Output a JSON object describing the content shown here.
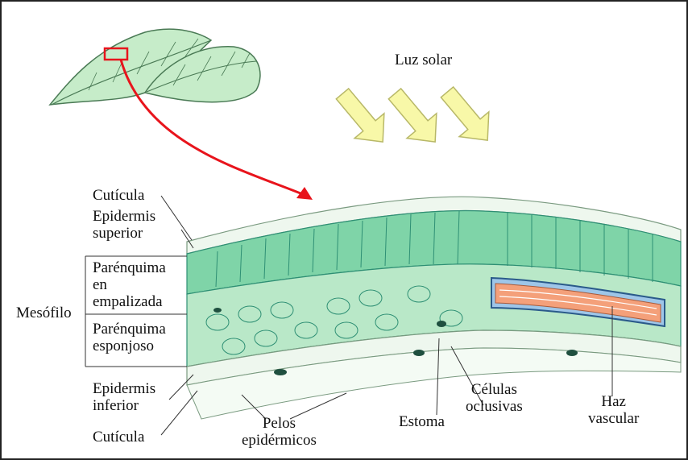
{
  "sunlight": {
    "label": "Luz solar"
  },
  "labels": {
    "cuticula_top": "Cutícula",
    "epidermis_superior": "Epidermis\nsuperior",
    "mesofilo": "Mesófilo",
    "parenquima_empalizada": "Parénquima\nen\nempalizada",
    "parenquima_esponjoso": "Parénquima\nesponjoso",
    "epidermis_inferior": "Epidermis\ninferior",
    "cuticula_bottom": "Cutícula",
    "pelos": "Pelos\nepidérmicos",
    "estoma": "Estoma",
    "celulas": "Células\noclusivas",
    "haz": "Haz\nvascular"
  },
  "colors": {
    "tissue": "#b9e8c8",
    "tissue_dark": "#2e8f74",
    "palisade": "#7fd4a8",
    "epidermis": "#eef7ee",
    "arrow": "#e8141c",
    "sun": "#f8f8a8",
    "xylem": "#f4a07a",
    "sheath": "#2a5a8a"
  }
}
